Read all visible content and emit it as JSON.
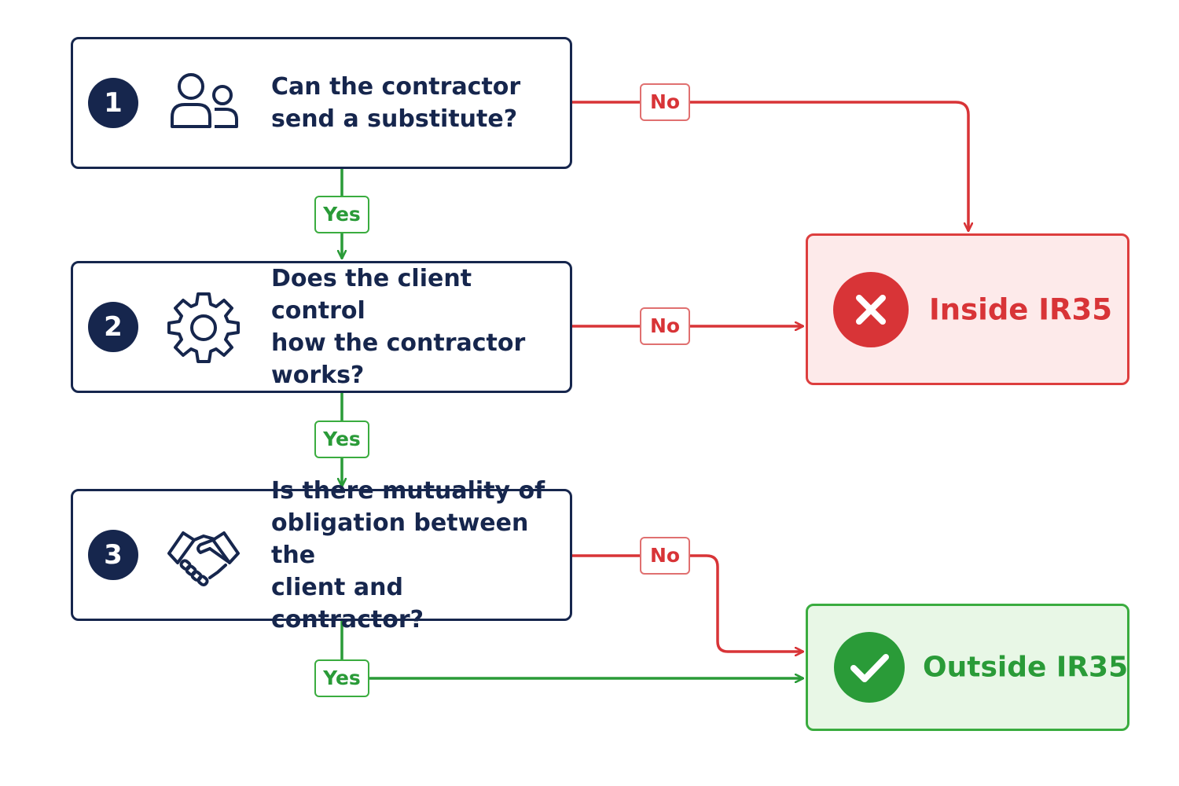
{
  "questions": [
    {
      "number": "1",
      "icon": "people-icon",
      "lines": [
        "Can the contractor",
        "send a substitute?"
      ]
    },
    {
      "number": "2",
      "icon": "gear-icon",
      "lines": [
        "Does the client control",
        "how the contractor",
        "works?"
      ]
    },
    {
      "number": "3",
      "icon": "handshake-icon",
      "lines": [
        "Is there mutuality of",
        "obligation between the",
        "client and contractor?"
      ]
    }
  ],
  "outcomes": {
    "inside": {
      "label": "Inside IR35",
      "icon": "cross-icon"
    },
    "outside": {
      "label": "Outside IR35",
      "icon": "check-icon"
    }
  },
  "edge_labels": {
    "yes": "Yes",
    "no": "No"
  },
  "colors": {
    "navy": "#16264d",
    "red": "#d83437",
    "green": "#2a9b38",
    "inside_fill": "#fdeaea",
    "outside_fill": "#e8f7e6"
  }
}
